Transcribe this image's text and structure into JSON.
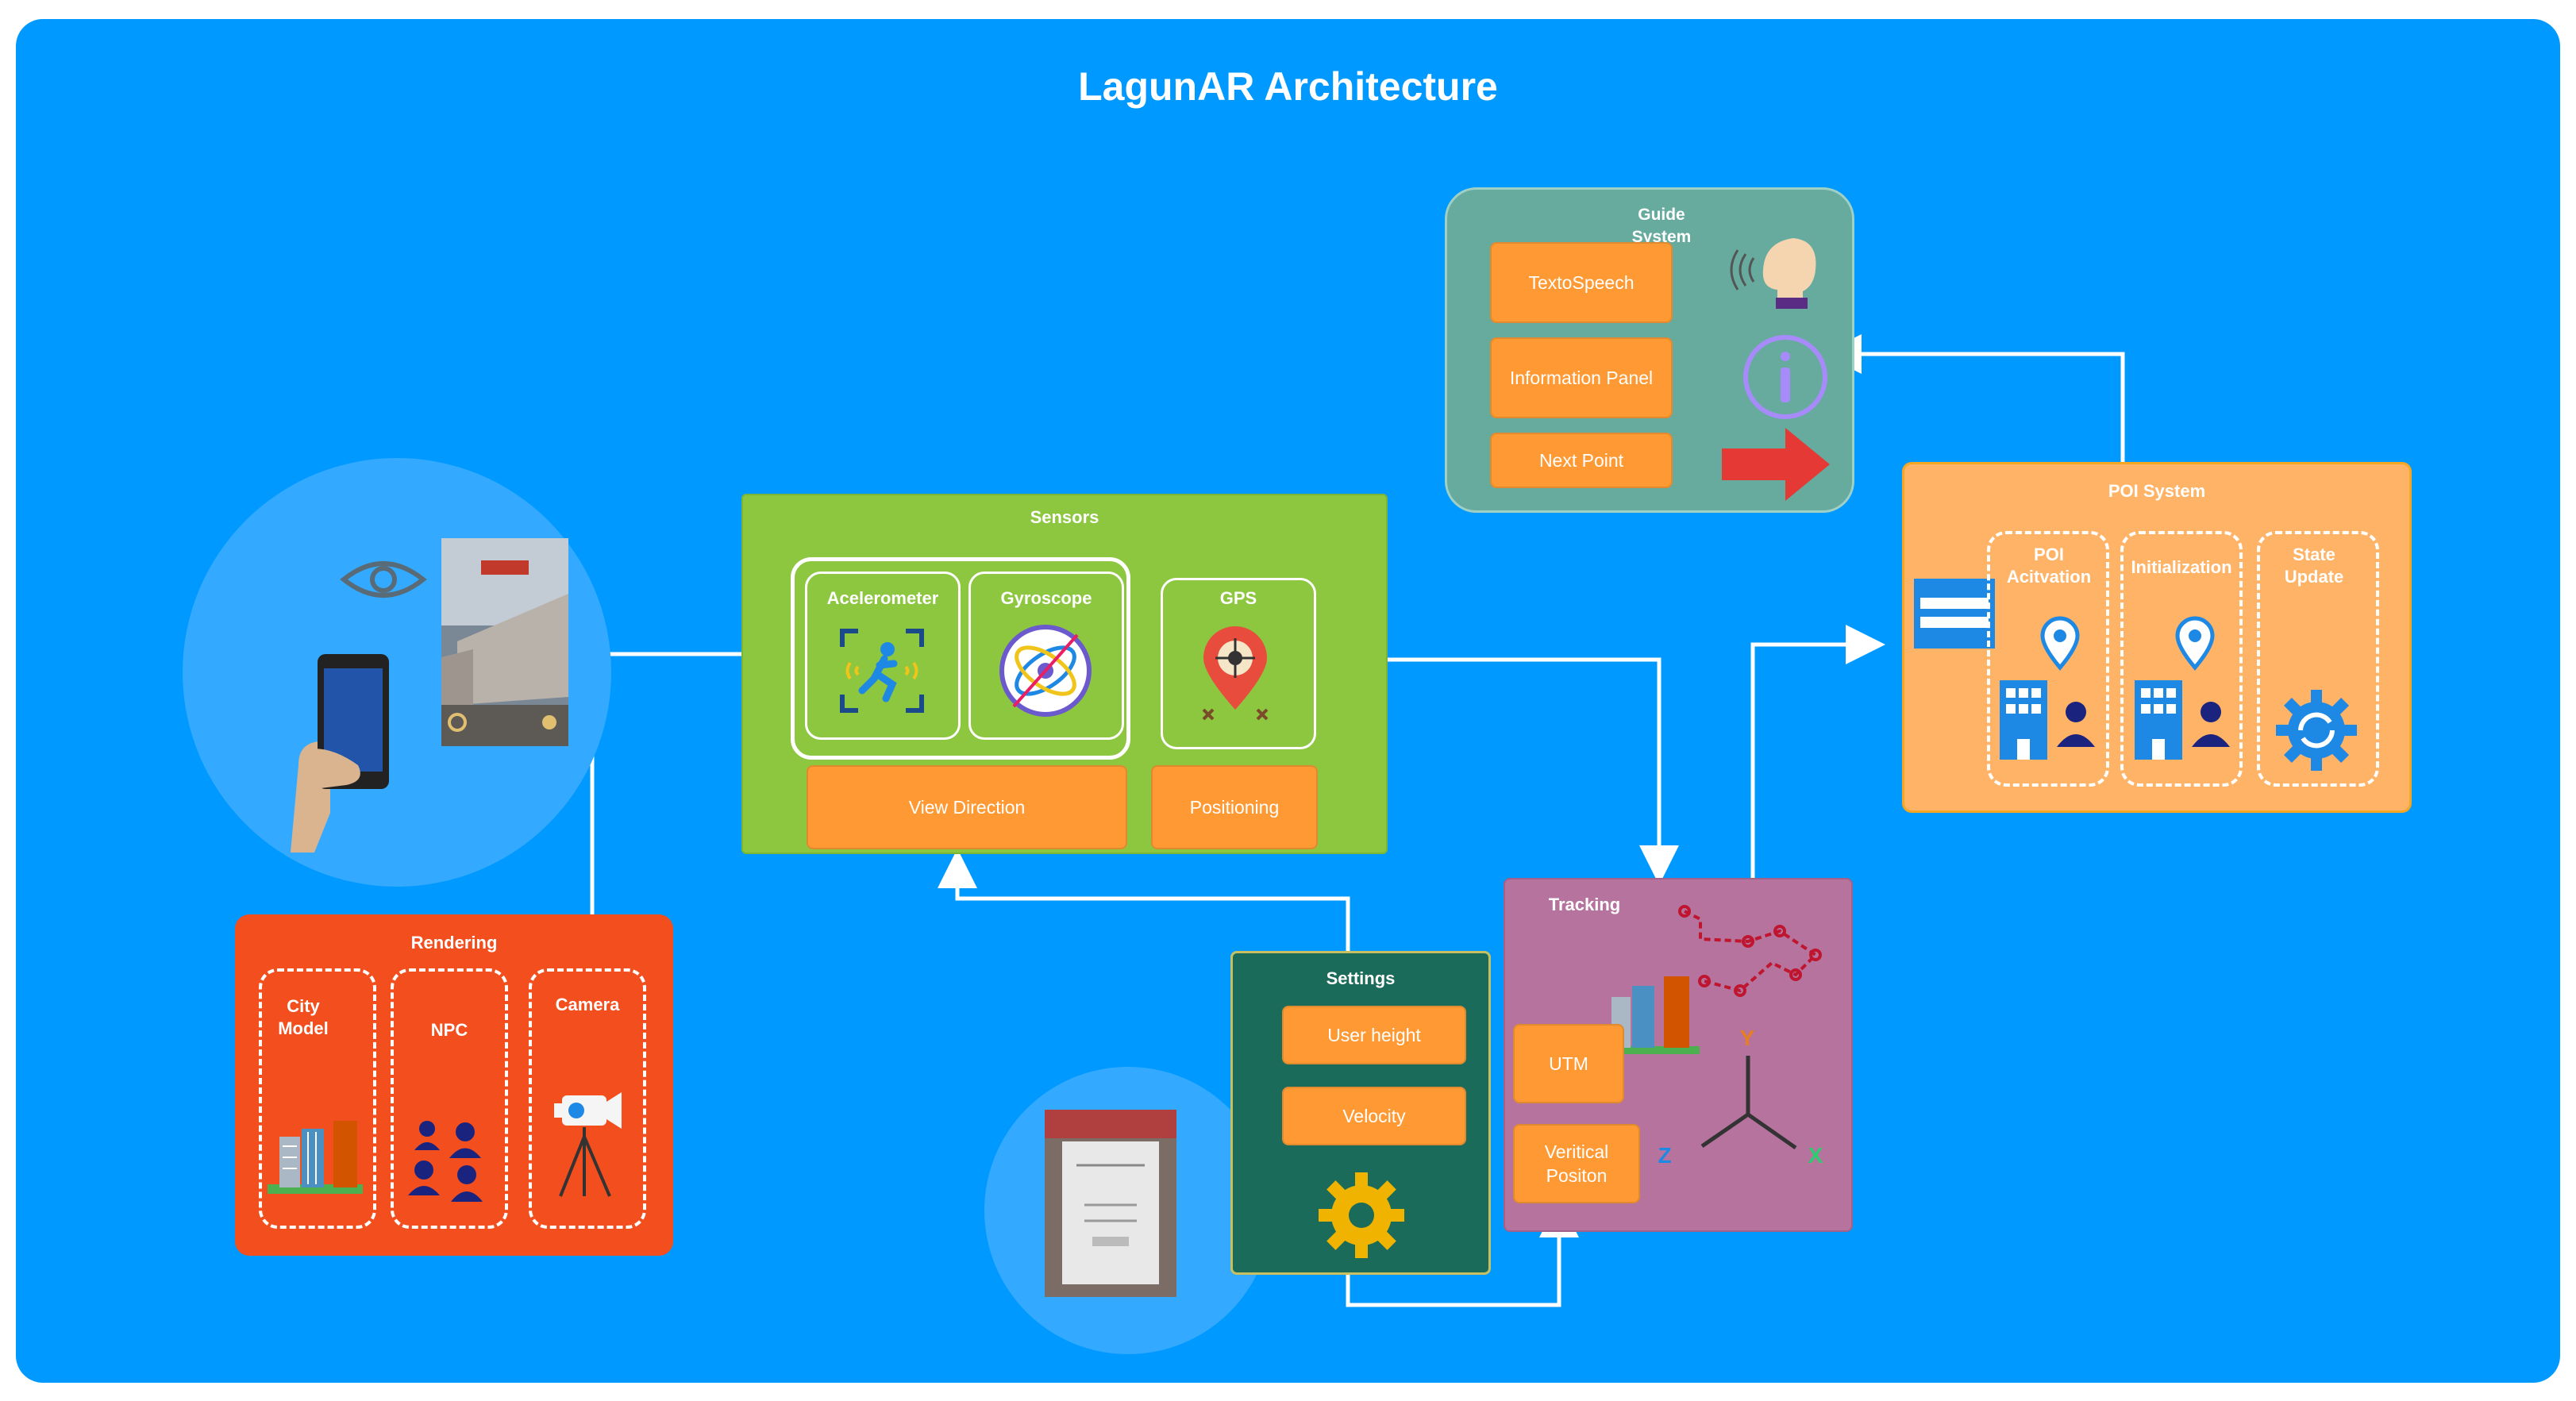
{
  "title": "LagunAR Architecture",
  "colors": {
    "background": "#0099ff",
    "sensors": "#8dc63f",
    "rendering": "#f24e1e",
    "settings": "#1b6b5a",
    "tracking": "#b5739d",
    "guide": "#67ab9f",
    "poi": "#ffb366",
    "item": "#ff9933"
  },
  "sensors": {
    "title": "Sensors",
    "accelerometer": "Acelerometer",
    "gyroscope": "Gyroscope",
    "gps": "GPS",
    "view_direction": "View Direction",
    "positioning": "Positioning"
  },
  "rendering": {
    "title": "Rendering",
    "city_model": "City Model",
    "npc": "NPC",
    "camera": "Camera"
  },
  "settings": {
    "title": "Settings",
    "user_height": "User height",
    "velocity": "Velocity"
  },
  "tracking": {
    "title": "Tracking",
    "utm": "UTM",
    "vertical_position": "Veritical Positon",
    "axis_y": "Y",
    "axis_z": "Z",
    "axis_x": "X"
  },
  "guide": {
    "title": "Guide System",
    "text_to_speech": "TextoSpeech",
    "information_panel": "Information Panel",
    "next_point": "Next Point"
  },
  "poi": {
    "title": "POI System",
    "activation": "POI Acitvation",
    "initialization": "Initialization",
    "state_update": "State Update"
  },
  "icons": [
    "eye-icon",
    "smartphone-icon",
    "running-figure-icon",
    "gyroscope-icon",
    "map-pin-icon",
    "buildings-icon",
    "people-icon",
    "video-camera-icon",
    "gear-icon",
    "route-icon",
    "axes-icon",
    "speaking-head-icon",
    "info-icon",
    "red-arrow-icon",
    "location-pin-icon",
    "sync-gear-icon",
    "panel-icon"
  ]
}
